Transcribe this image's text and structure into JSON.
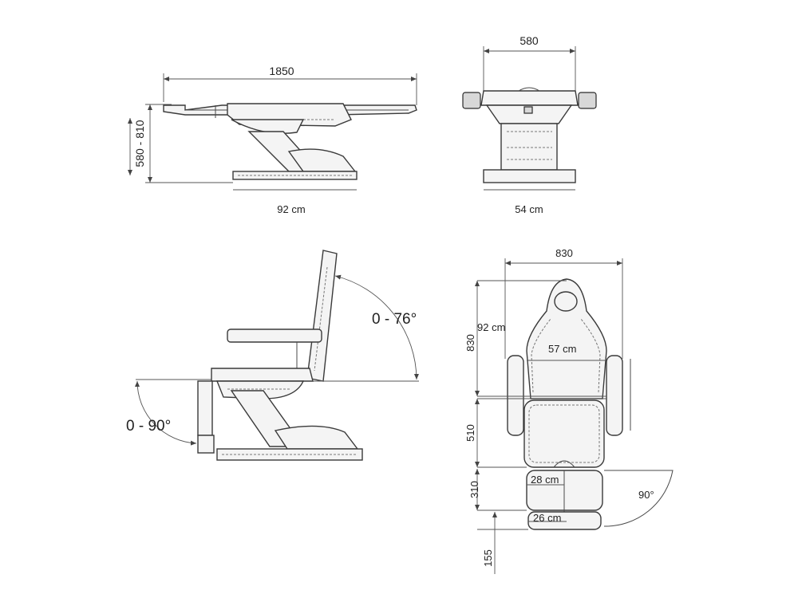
{
  "colors": {
    "line": "#3a3a3a",
    "fill": "#f4f4f4",
    "background": "#ffffff"
  },
  "side_view": {
    "length": "1850",
    "height_range": "580 - 810",
    "base_width": "92 cm"
  },
  "front_view": {
    "width": "580",
    "base_width": "54 cm"
  },
  "chair_view": {
    "backrest_angle": "0 - 76°",
    "legrest_angle": "0 - 90°"
  },
  "top_view": {
    "total_width": "830",
    "head_section_length": "830",
    "head_section_width": "92 cm",
    "back_width": "57 cm",
    "seat_length": "510",
    "leg_section_length": "310",
    "leg_width": "28 cm",
    "foot_length": "155",
    "foot_width": "26 cm",
    "swing_angle": "90°"
  }
}
